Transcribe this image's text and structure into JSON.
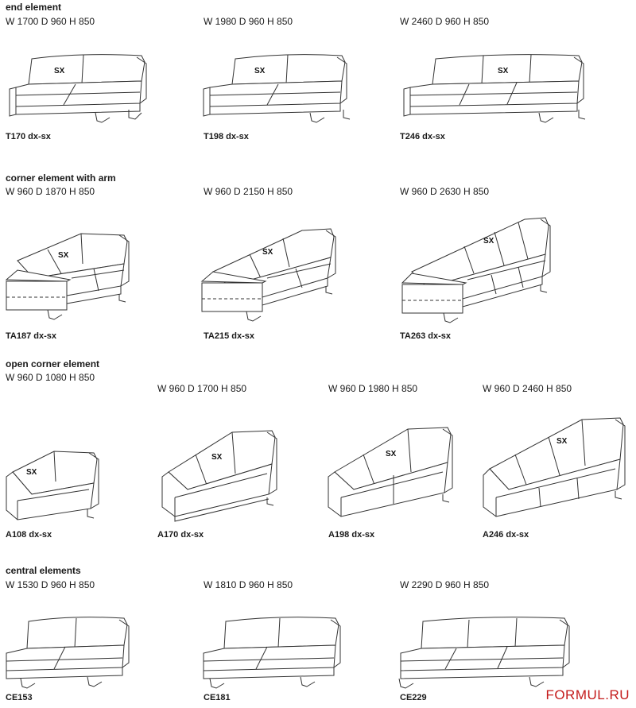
{
  "sections": [
    {
      "title": "end element",
      "items": [
        {
          "dims": "W 1700 D 960 H 850",
          "code": "T170 dx-sx",
          "sx": "SX"
        },
        {
          "dims": "W 1980 D 960 H 850",
          "code": "T198 dx-sx",
          "sx": "SX"
        },
        {
          "dims": "W 2460 D 960 H 850",
          "code": "T246 dx-sx",
          "sx": "SX"
        }
      ]
    },
    {
      "title": "corner element with arm",
      "items": [
        {
          "dims": "W 960 D 1870 H 850",
          "code": "TA187 dx-sx",
          "sx": "SX"
        },
        {
          "dims": "W 960 D 2150 H 850",
          "code": "TA215 dx-sx",
          "sx": "SX"
        },
        {
          "dims": "W 960 D 2630 H 850",
          "code": "TA263 dx-sx",
          "sx": "SX"
        }
      ]
    },
    {
      "title": "open corner element",
      "items": [
        {
          "dims": "W 960 D 1080 H 850",
          "code": "A108 dx-sx",
          "sx": "SX"
        },
        {
          "dims": "W 960 D 1700 H 850",
          "code": "A170 dx-sx",
          "sx": "SX"
        },
        {
          "dims": "W 960 D 1980 H 850",
          "code": "A198 dx-sx",
          "sx": "SX"
        },
        {
          "dims": "W 960 D 2460 H 850",
          "code": "A246 dx-sx",
          "sx": "SX"
        }
      ]
    },
    {
      "title": "central elements",
      "items": [
        {
          "dims": "W 1530 D 960 H 850",
          "code": "CE153"
        },
        {
          "dims": "W 1810 D 960 H 850",
          "code": "CE181"
        },
        {
          "dims": "W 2290 D 960 H 850",
          "code": "CE229"
        }
      ]
    }
  ],
  "watermark": "FORMUL.RU",
  "colors": {
    "line": "#333333",
    "watermark": "#c41a1a"
  }
}
